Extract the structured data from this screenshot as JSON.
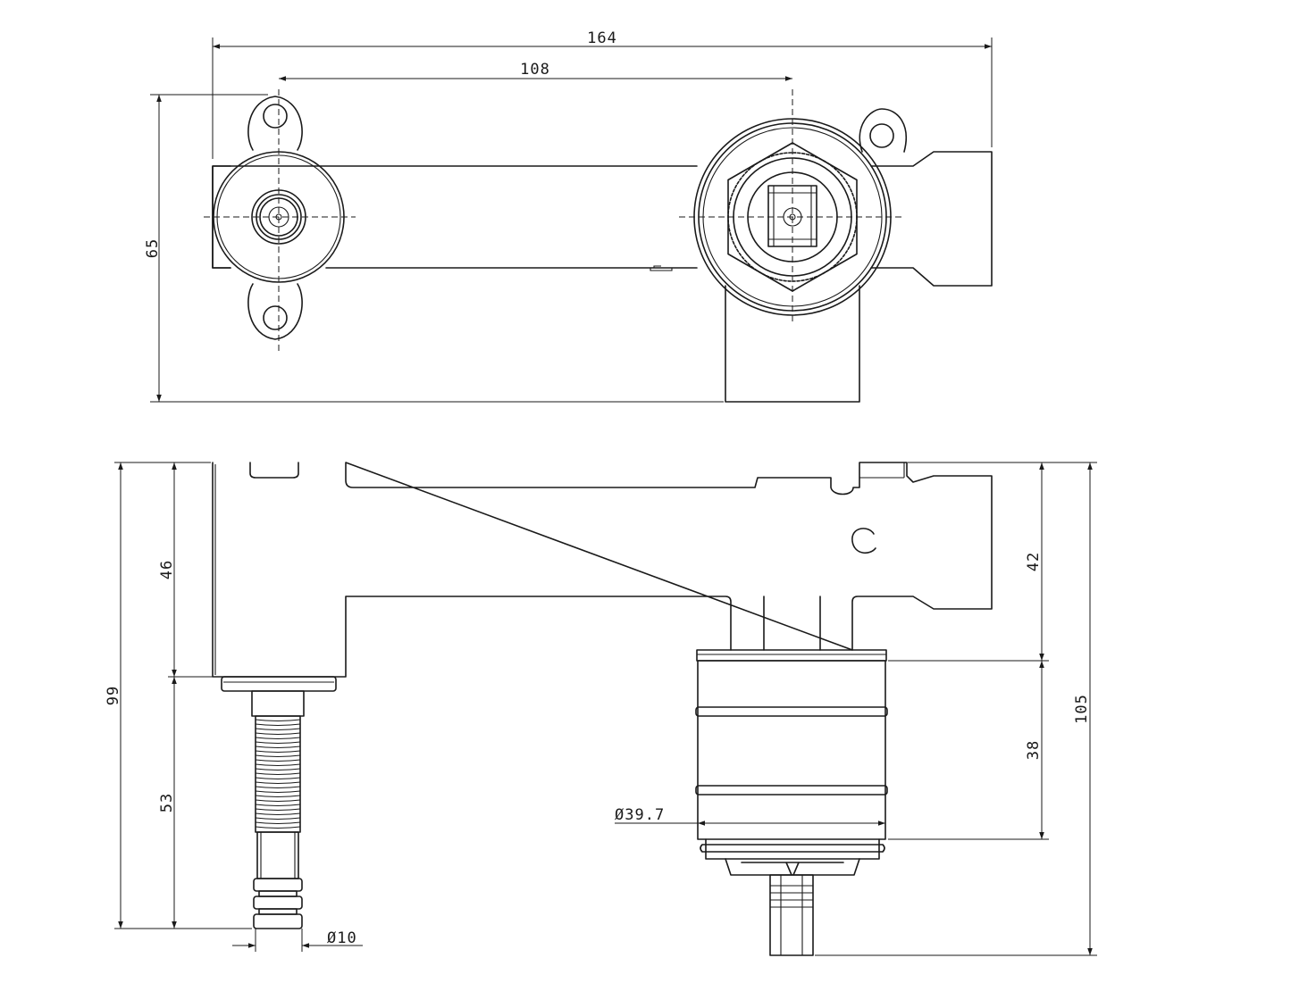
{
  "dimensions": {
    "top_overall_width": "164",
    "top_center_distance": "108",
    "top_height": "65",
    "side_total_height_left": "99",
    "side_upper_height": "46",
    "side_lower_height": "53",
    "side_right_upper": "42",
    "side_right_lower": "38",
    "side_total_height_right": "105",
    "cartridge_diameter": "Ø39.7",
    "stem_diameter": "Ø10"
  }
}
